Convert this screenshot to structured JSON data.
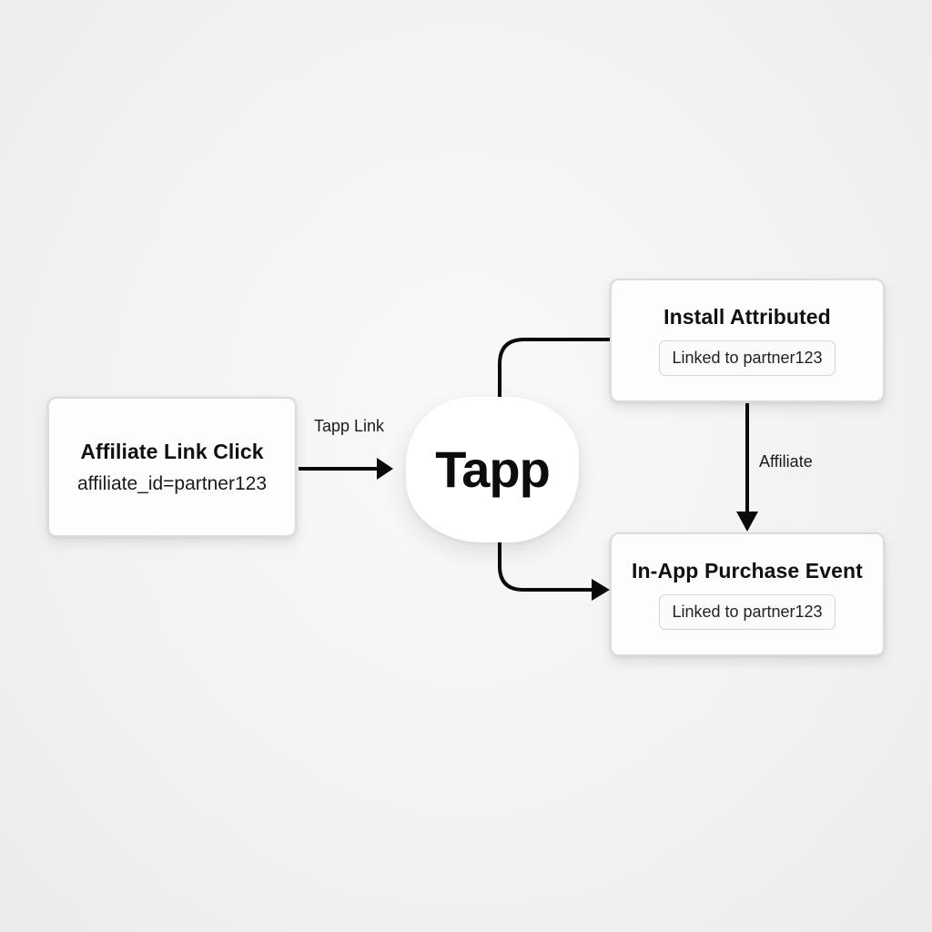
{
  "source_node": {
    "title": "Affiliate Link Click",
    "subtitle": "affiliate_id=partner123"
  },
  "hub": {
    "logo_text": "Tapp"
  },
  "install_node": {
    "title": "Install Attributed",
    "badge": "Linked to partner123"
  },
  "purchase_node": {
    "title": "In-App Purchase Event",
    "badge": "Linked to partner123"
  },
  "edges": {
    "tapp_link_label": "Tapp Link",
    "affiliate_label": "Affiliate"
  },
  "colors": {
    "background": "#f2f2f2",
    "node_fill": "#fdfdfd",
    "node_border": "#dcdcdc",
    "connector": "#0a0a0a",
    "text": "#111111"
  }
}
